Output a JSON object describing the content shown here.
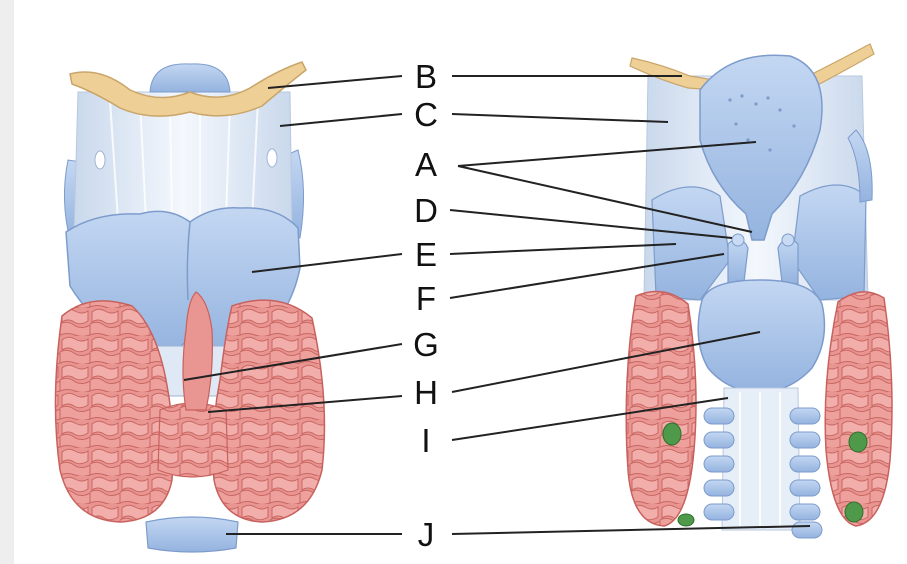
{
  "labels": {
    "A": "A",
    "B": "B",
    "C": "C",
    "D": "D",
    "E": "E",
    "F": "F",
    "G": "G",
    "H": "H",
    "I": "I",
    "J": "J"
  },
  "colors": {
    "cartilage": "#a9c5ea",
    "cartilage_light": "#c8dbf3",
    "membrane": "#e6eef8",
    "hyoid_bone": "#eecf96",
    "thyroid_gland": "#e78f8a",
    "thyroid_gland_dark": "#c8615d",
    "parathyroid": "#4f9a4a",
    "leader_line": "#222222"
  },
  "icons": {
    "anterior_view": "anterior-larynx-illustration",
    "posterior_view": "posterior-larynx-illustration"
  }
}
